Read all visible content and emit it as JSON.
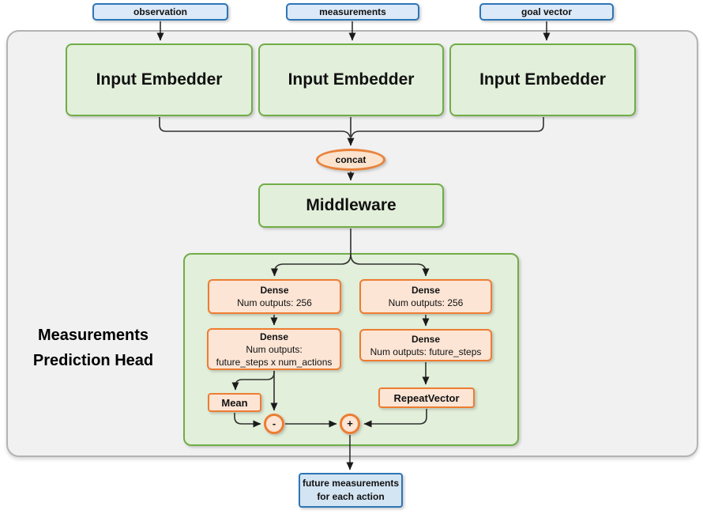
{
  "diagram": {
    "inputs": [
      {
        "label": "observation"
      },
      {
        "label": "measurements"
      },
      {
        "label": "goal vector"
      }
    ],
    "embedders": [
      "Input Embedder",
      "Input Embedder",
      "Input Embedder"
    ],
    "concat_label": "concat",
    "middleware_label": "Middleware",
    "head": {
      "title_line1": "Measurements",
      "title_line2": "Prediction Head",
      "left_branch": {
        "dense1_title": "Dense",
        "dense1_sub": "Num outputs: 256",
        "dense2_title": "Dense",
        "dense2_sub1": "Num outputs:",
        "dense2_sub2": "future_steps x num_actions",
        "mean_label": "Mean",
        "minus_label": "-"
      },
      "right_branch": {
        "dense1_title": "Dense",
        "dense1_sub": "Num outputs: 256",
        "dense2_title": "Dense",
        "dense2_sub": "Num outputs: future_steps",
        "repeat_label": "RepeatVector",
        "plus_label": "+"
      }
    },
    "output": {
      "line1": "future measurements",
      "line2": "for each action"
    }
  },
  "colors": {
    "green_border": "#70ad47",
    "green_fill": "#e2efda",
    "orange_border": "#ed7d31",
    "orange_fill": "#fce5d5",
    "blue_border": "#2e75b6",
    "blue_fill_top": "#dbe9f8",
    "blue_fill_bottom": "#d3e4f3",
    "container_fill": "#f1f1f1",
    "container_border": "#b3b3b3",
    "wire": "#303030"
  }
}
